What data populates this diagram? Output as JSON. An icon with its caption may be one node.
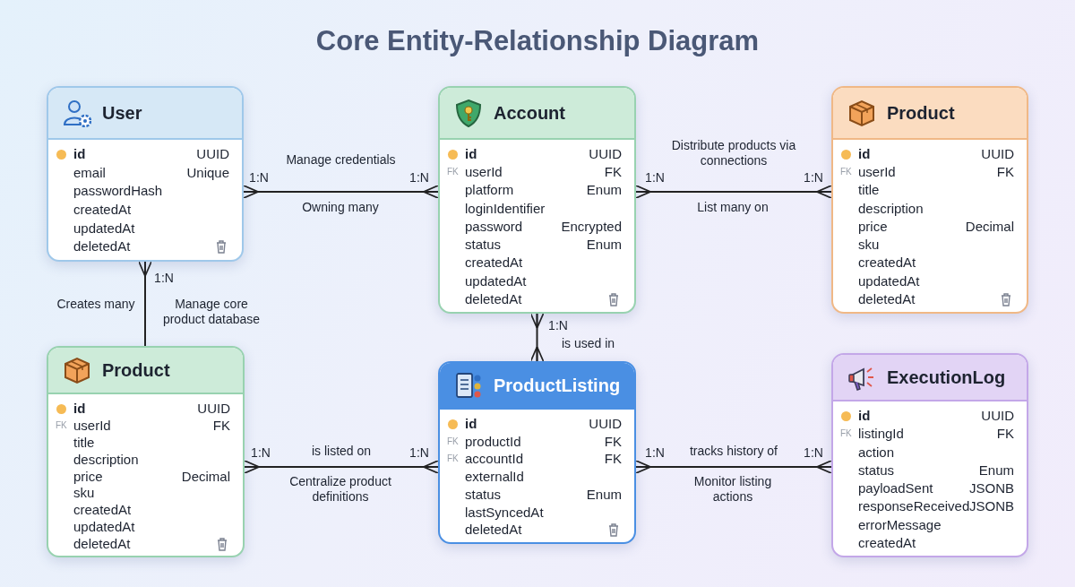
{
  "diagram": {
    "title": "Core Entity-Relationship Diagram",
    "nodes": [
      {
        "text": [
          "User",
          "id",
          "UUID",
          "email",
          "Unique",
          "passwordHash",
          "createdAt",
          "updatedAt",
          "deletedAt"
        ]
      },
      {
        "text": [
          "Account",
          "id",
          "UUID",
          "FK",
          "userId",
          "FK",
          "platform",
          "Enum",
          "loginIdentifier",
          "password",
          "Encrypted",
          "status",
          "Enum",
          "createdAt",
          "updatedAt",
          "deletedAt"
        ]
      },
      {
        "text": [
          "Product",
          "id",
          "UUID",
          "FK",
          "userId",
          "FK",
          "title",
          "description",
          "price",
          "Decimal",
          "sku",
          "createdAt",
          "updatedAt",
          "deletedAt"
        ]
      },
      {
        "text": [
          "Product",
          "id",
          "UUID",
          "FK",
          "userId",
          "FK",
          "title",
          "description",
          "price",
          "Decimal",
          "sku",
          "createdAt",
          "updatedAt",
          "deletedAt"
        ]
      },
      {
        "text": [
          "ProductListing",
          "id",
          "UUID",
          "FK",
          "productId",
          "FK",
          "FK",
          "accountId",
          "FK",
          "externalId",
          "status",
          "Enum",
          "lastSyncedAt",
          "deletedAt"
        ]
      },
      {
        "text": [
          "ExecutionLog",
          "id",
          "UUID",
          "FK",
          "listingId",
          "FK",
          "action",
          "status",
          "Enum",
          "payloadSent",
          "JSONB",
          "responseReceived",
          "JSONB",
          "errorMessage",
          "createdAt"
        ]
      }
    ],
    "edges": [
      {
        "from": 0,
        "to": 1,
        "arrow": "other",
        "label": "Manage credentials"
      },
      {
        "from": 1,
        "to": 2,
        "arrow": "other",
        "label": "Distribute products via connections"
      },
      {
        "from": 0,
        "to": 3,
        "arrow": "other",
        "label": "Creates many"
      },
      {
        "from": 1,
        "to": 4,
        "arrow": "other",
        "label": "is used in"
      },
      {
        "from": 3,
        "to": 4,
        "arrow": "other",
        "label": "is listed on"
      },
      {
        "from": 4,
        "to": 5,
        "arrow": "other",
        "label": "tracks history of"
      }
    ],
    "labels": [
      "1:N",
      "1:N",
      "1:N",
      "1:N",
      "Owning many",
      "List many on",
      "1:N",
      "Manage core product database",
      "1:N",
      "1:N",
      "1:N",
      "1:N",
      "1:N",
      "Centralize product definitions",
      "Monitor listing actions"
    ]
  }
}
